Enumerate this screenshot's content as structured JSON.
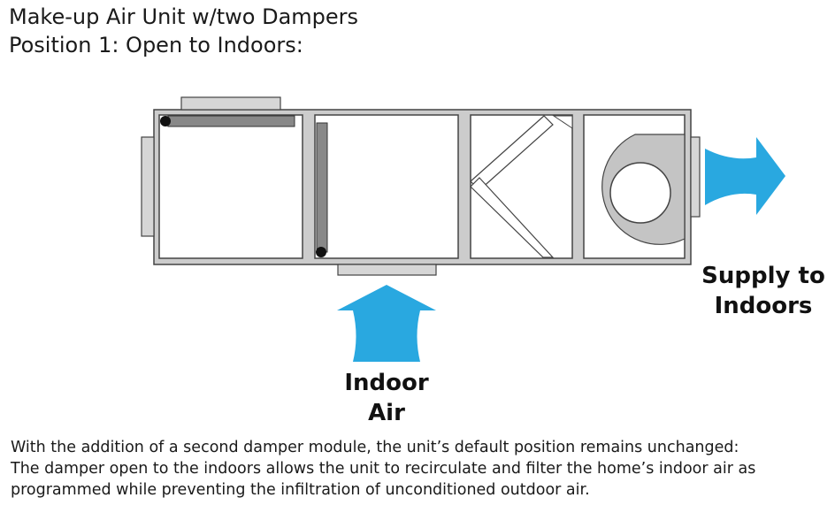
{
  "title": {
    "line1": "Make-up Air Unit w/two Dampers",
    "line2": "Position 1: Open to Indoors:"
  },
  "labels": {
    "supply_line1": "Supply to",
    "supply_line2": "Indoors",
    "indoor_line1": "Indoor",
    "indoor_line2": "Air"
  },
  "caption": {
    "line1": "With the addition of a second damper module, the unit’s default position remains unchanged:",
    "line2": "The damper open to the indoors allows the unit to recirculate and filter the home’s indoor air as",
    "line3": "programmed while preventing the infiltration of unconditioned outdoor air."
  },
  "colors": {
    "arrow": "#29a8e0",
    "casing": "#cccccc",
    "outline": "#444444",
    "damper_blade": "#888888"
  }
}
